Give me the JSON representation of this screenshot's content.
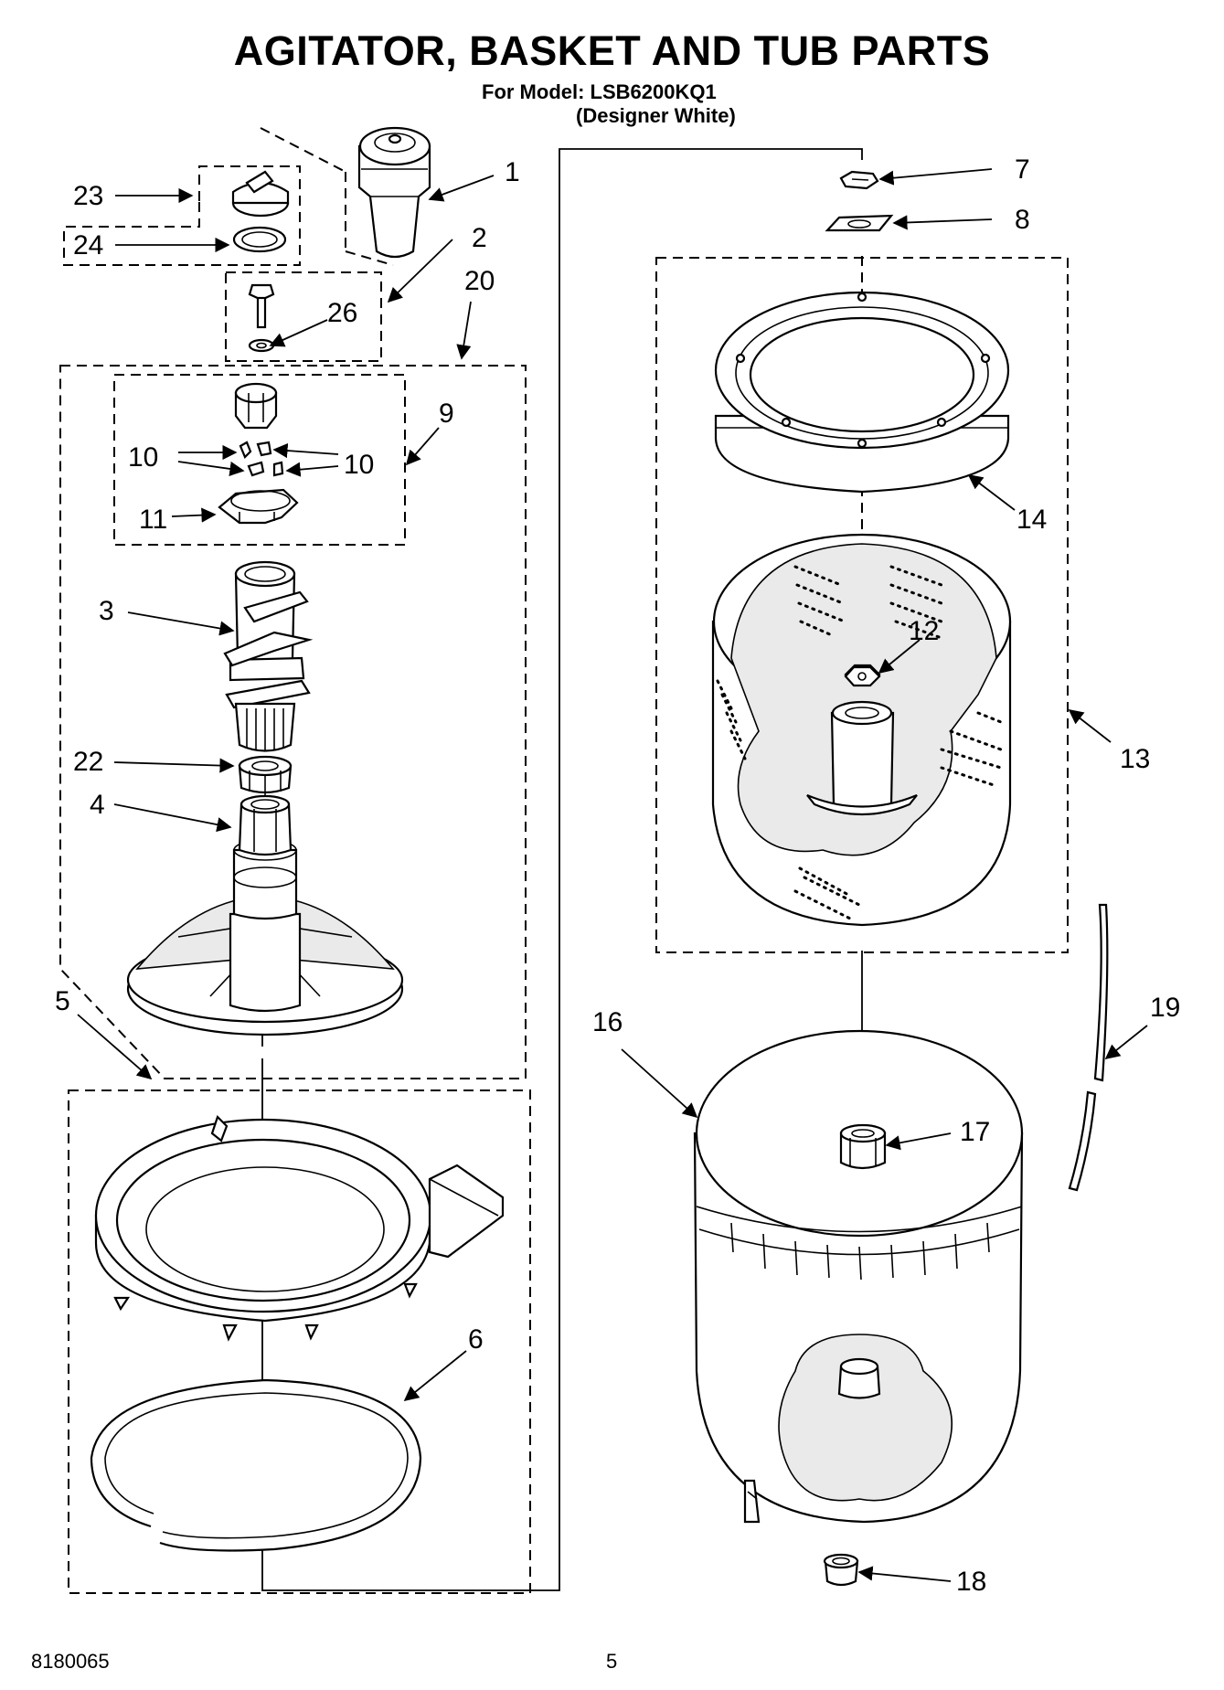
{
  "header": {
    "title": "AGITATOR, BASKET AND TUB PARTS",
    "model": "For Model: LSB6200KQ1",
    "variant": "(Designer White)"
  },
  "footer": {
    "doc_number": "8180065",
    "page_number": "5"
  },
  "callouts": {
    "c1": "1",
    "c2": "2",
    "c3": "3",
    "c4": "4",
    "c5": "5",
    "c6": "6",
    "c7": "7",
    "c8": "8",
    "c9": "9",
    "c10a": "10",
    "c10b": "10",
    "c11": "11",
    "c12": "12",
    "c13": "13",
    "c14": "14",
    "c16": "16",
    "c17": "17",
    "c18": "18",
    "c19": "19",
    "c20": "20",
    "c22": "22",
    "c23": "23",
    "c24": "24",
    "c26": "26"
  }
}
